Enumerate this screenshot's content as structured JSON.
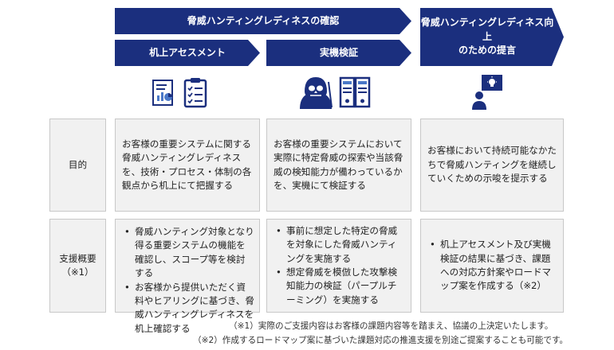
{
  "colors": {
    "navy": "#1b2f7e",
    "cell_bg": "#f1f1f1",
    "cell_border": "#c8c8c8"
  },
  "header": {
    "confirm_banner": "脅威ハンティングレディネスの確認",
    "desk_banner": "机上アセスメント",
    "real_banner": "実機検証",
    "proposal_banner": [
      "脅威ハンティングレディネス向上",
      "のための提言"
    ]
  },
  "icons": {
    "desk": [
      "report-chart-icon",
      "checklist-clipboard-icon"
    ],
    "real": [
      "hacker-skull-icon",
      "server-rack-icon"
    ],
    "proposal": [
      "presenter-idea-icon"
    ]
  },
  "rows": [
    {
      "label": "目的",
      "cells": [
        {
          "text": "お客様の重要システムに関する脅威ハンティングレディネスを、技術・プロセス・体制の各観点から机上にて把握する"
        },
        {
          "text": "お客様の重要システムにおいて実際に特定脅威の探索や当該脅威の検知能力が備わっているかを、実機にて検証する"
        },
        {
          "text": "お客様において持続可能なかたちで脅威ハンティングを継続していくための示唆を提示する"
        }
      ]
    },
    {
      "label": "支援概要",
      "sublabel": "（※1）",
      "cells": [
        {
          "bullets": [
            "脅威ハンティング対象となり得る重要システムの機能を確認し、スコープ等を検討する",
            "お客様から提供いただく資料やヒアリングに基づき、脅威ハンティングレディネスを机上確認する"
          ]
        },
        {
          "bullets": [
            "事前に想定した特定の脅威を対象にした脅威ハンティングを実施する",
            "想定脅威を模倣した攻撃検知能力の検証（パープルチーミング）を実施する"
          ]
        },
        {
          "bullets": [
            "机上アセスメント及び実機検証の結果に基づき、課題への対応方針案やロードマップ案を作成する（※2）"
          ]
        }
      ]
    }
  ],
  "notes": [
    "（※1）実際のご支援内容はお客様の課題内容等を踏まえ、協議の上決定いたします。",
    "（※2）作成するロードマップ案に基づいた課題対応の推進支援を別途ご提案することも可能です。"
  ]
}
